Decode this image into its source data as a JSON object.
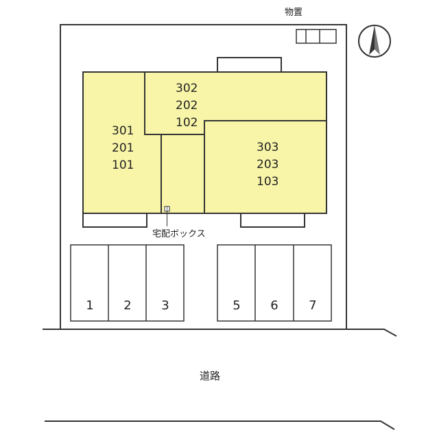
{
  "colors": {
    "building": "#f8f5a8",
    "line": "#333333",
    "background": "#ffffff"
  },
  "storage": {
    "label": "物置"
  },
  "north_arrow": {
    "icon": "north-arrow-icon"
  },
  "units": {
    "left": [
      "301",
      "201",
      "101"
    ],
    "center": [
      "302",
      "202",
      "102"
    ],
    "right": [
      "303",
      "203",
      "103"
    ]
  },
  "delivery_box": {
    "label": "宅配ボックス"
  },
  "parking": [
    "1",
    "2",
    "3",
    "5",
    "6",
    "7"
  ],
  "road": {
    "label": "道路"
  }
}
